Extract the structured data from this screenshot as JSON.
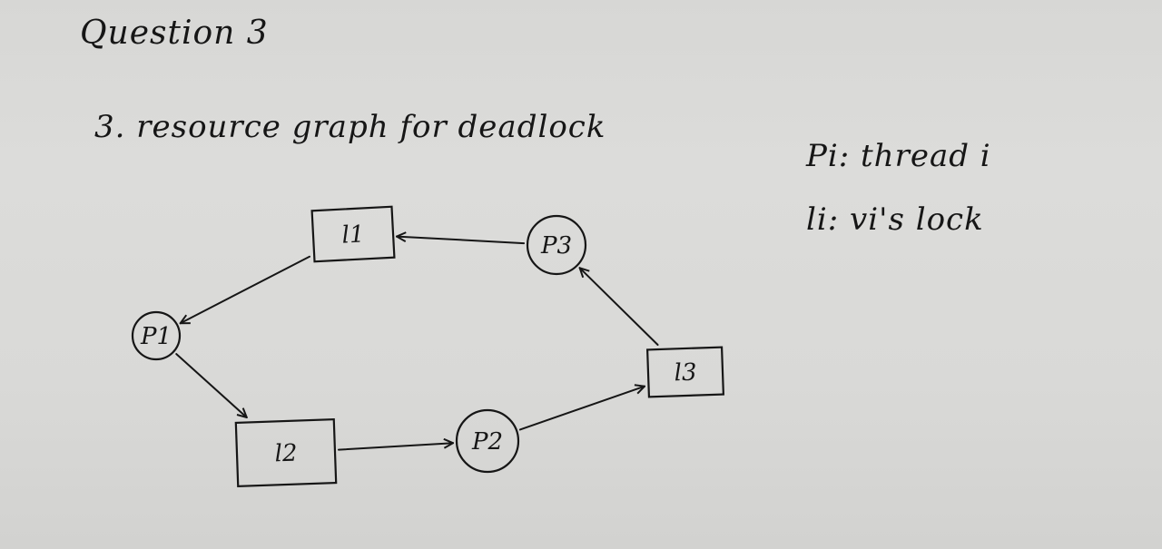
{
  "header": {
    "title": "Question 3",
    "subtitle": "3. resource graph for deadlock"
  },
  "legend": [
    "Pi: thread i",
    "li: vi's lock"
  ],
  "graph": {
    "nodes": [
      {
        "id": "l1",
        "label": "l1",
        "kind": "lock"
      },
      {
        "id": "l2",
        "label": "l2",
        "kind": "lock"
      },
      {
        "id": "l3",
        "label": "l3",
        "kind": "lock"
      },
      {
        "id": "P1",
        "label": "P1",
        "kind": "thread"
      },
      {
        "id": "P2",
        "label": "P2",
        "kind": "thread"
      },
      {
        "id": "P3",
        "label": "P3",
        "kind": "thread"
      }
    ],
    "edges": [
      {
        "from": "l1",
        "to": "P1"
      },
      {
        "from": "P1",
        "to": "l2"
      },
      {
        "from": "l2",
        "to": "P2"
      },
      {
        "from": "P2",
        "to": "l3"
      },
      {
        "from": "l3",
        "to": "P3"
      },
      {
        "from": "P3",
        "to": "l1"
      }
    ]
  },
  "colors": {
    "ink": "#161616",
    "paper": "#dcdcda"
  }
}
